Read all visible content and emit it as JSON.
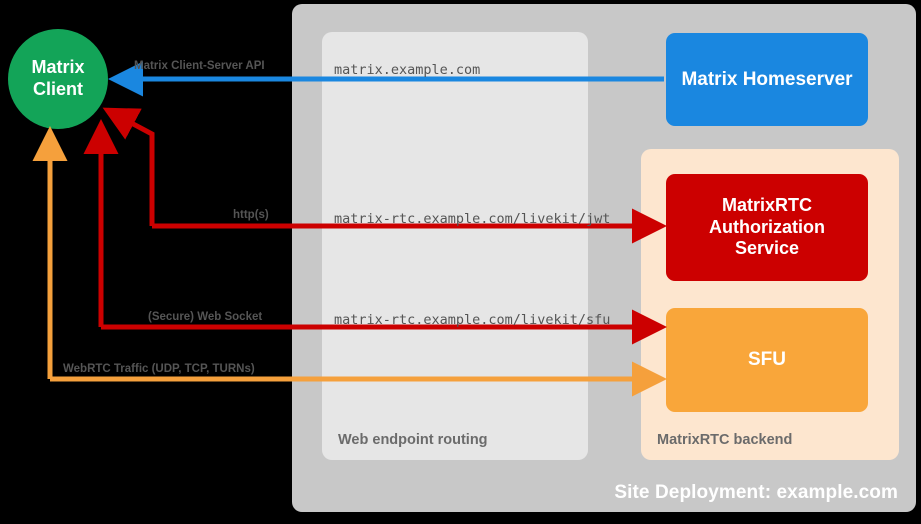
{
  "diagram": {
    "title": "Site Deployment: example.com",
    "client": {
      "label_line1": "Matrix",
      "label_line2": "Client",
      "color": "#13a458"
    },
    "panels": {
      "site": {
        "label": "Site Deployment: example.com",
        "color": "#c8c8c8"
      },
      "routing": {
        "label": "Web endpoint routing",
        "color": "#e6e6e6"
      },
      "backend": {
        "label": "MatrixRTC backend",
        "color": "#fde6cf"
      }
    },
    "nodes": [
      {
        "id": "homeserver",
        "label": "Matrix Homeserver",
        "color": "#1a87e0"
      },
      {
        "id": "auth-service",
        "label_line1": "MatrixRTC",
        "label_line2": "Authorization",
        "label_line3": "Service",
        "color": "#cc0000"
      },
      {
        "id": "sfu",
        "label": "SFU",
        "color": "#f9a63a"
      }
    ],
    "edges": [
      {
        "id": "matrix-client-server-api",
        "label": "Matrix Client-Server API",
        "url": "matrix.example.com",
        "color": "#1a87e0",
        "direction": "to-client"
      },
      {
        "id": "https",
        "label": "http(s)",
        "url": "matrix-rtc.example.com/livekit/jwt",
        "color": "#cc0000",
        "direction": "bidirectional"
      },
      {
        "id": "web-socket",
        "label": "(Secure) Web Socket",
        "url": "matrix-rtc.example.com/livekit/sfu",
        "color": "#cc0000",
        "direction": "bidirectional"
      },
      {
        "id": "webrtc-traffic",
        "label": "WebRTC Traffic (UDP, TCP, TURNs)",
        "url": "",
        "color": "#f5a03c",
        "direction": "bidirectional"
      }
    ]
  }
}
